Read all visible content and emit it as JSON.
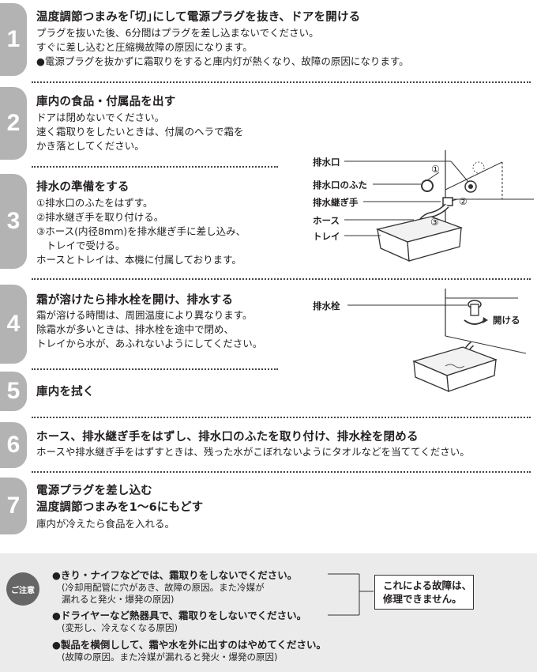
{
  "steps": [
    {
      "number": "1",
      "title": "温度調節つまみを｢切｣にして電源プラグを抜き、ドアを開ける",
      "lines": [
        "プラグを抜いた後、6分間はプラグを差し込まないでください。",
        "すぐに差し込むと圧縮機故障の原因になります。",
        "●電源プラグを抜かずに霜取りをすると庫内灯が熱くなり、故障の原因になります。"
      ]
    },
    {
      "number": "2",
      "title": "庫内の食品・付属品を出す",
      "lines": [
        "ドアは閉めないでください。",
        "速く霜取りをしたいときは、付属のヘラで霜を",
        "かき落としてください。"
      ]
    },
    {
      "number": "3",
      "title": "排水の準備をする",
      "lines": [
        "①排水口のふたをはずす。",
        "②排水継ぎ手を取り付ける。",
        "③ホース(内径8mm)を排水継ぎ手に差し込み、",
        "　トレイで受ける。",
        "ホースとトレイは、本機に付属しております。"
      ]
    },
    {
      "number": "4",
      "title": "霜が溶けたら排水栓を開け、排水する",
      "lines": [
        "霜が溶ける時間は、周囲温度により異なります。",
        "除霜水が多いときは、排水栓を途中で閉め、",
        "トレイから水が、あふれないようにしてください。"
      ]
    },
    {
      "number": "5",
      "title": "庫内を拭く",
      "lines": []
    },
    {
      "number": "6",
      "title": "ホース、排水継ぎ手をはずし、排水口のふたを取り付け、排水栓を閉める",
      "lines": [
        "ホースや排水継ぎ手をはずすときは、残った水がこぼれないようにタオルなどを当ててください。"
      ]
    },
    {
      "number": "7",
      "title": "電源プラグを差し込む",
      "title2": "温度調節つまみを1〜6にもどす",
      "lines": [
        "庫内が冷えたら食品を入れる。"
      ]
    }
  ],
  "diagram1": {
    "labels": [
      "排水口",
      "排水口のふた",
      "排水継ぎ手",
      "ホース",
      "トレイ"
    ],
    "markers": [
      "①",
      "②",
      "③"
    ]
  },
  "diagram2": {
    "label_drain_plug": "排水栓",
    "label_open": "開ける"
  },
  "caution": {
    "badge": "ご注意",
    "items": [
      {
        "text": "●きり・ナイフなどでは、霜取りをしないでください。",
        "sub": [
          "(冷却用配管に穴があき、故障の原因。また冷媒が",
          "漏れると発火・爆発の原因)"
        ]
      },
      {
        "text": "●ドライヤーなど熱器具で、霜取りをしないでください。",
        "sub": [
          "(変形し、冷えなくなる原因)"
        ]
      },
      {
        "text": "●製品を横倒しして、霜や水を外に出すのはやめてください。",
        "sub": [
          "(故障の原因。また冷媒が漏れると発火・爆発の原因)"
        ]
      }
    ],
    "box_lines": [
      "これによる故障は、",
      "修理できません。"
    ]
  }
}
